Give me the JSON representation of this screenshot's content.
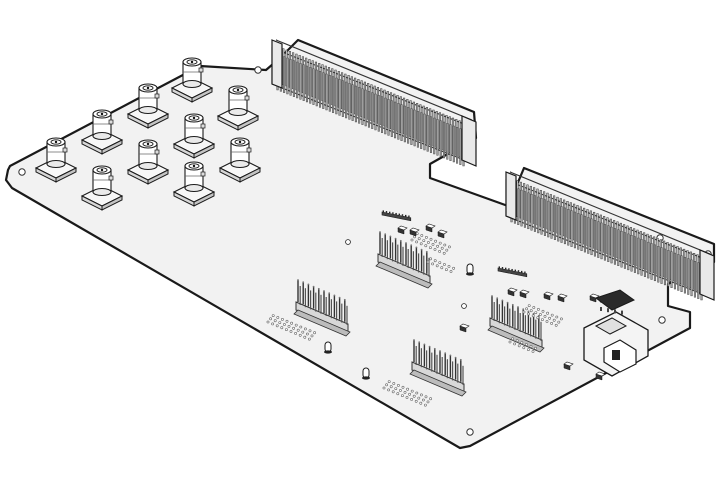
{
  "figure": {
    "board_fill": "#f2f2f2",
    "outline": "#1a1a1a",
    "line": "#333333",
    "pin_fill": "#bdbdbd",
    "connector_fill": "#e4e4e4",
    "part_fill": "#ffffff"
  },
  "components": {
    "bnc_connectors": 10,
    "edge_connectors": 2,
    "pin_headers": 6,
    "hole_rows": 6
  }
}
